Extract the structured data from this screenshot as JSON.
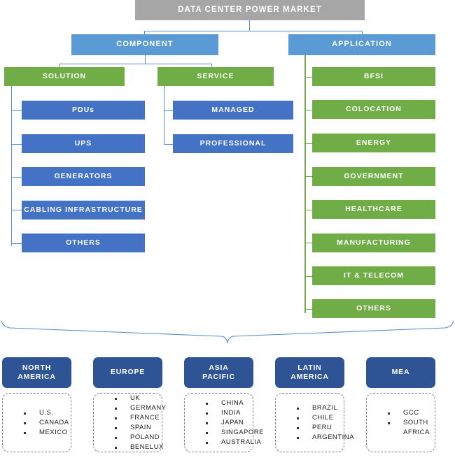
{
  "diagram": {
    "title": "DATA CENTER POWER MARKET",
    "segments": [
      {
        "label": "COMPONENT",
        "subsegments": [
          {
            "label": "SOLUTION",
            "items": [
              "PDUs",
              "UPS",
              "GENERATORS",
              "CABLING INFRASTRUCTURE",
              "OTHERS"
            ]
          },
          {
            "label": "SERVICE",
            "items": [
              "MANAGED",
              "PROFESSIONAL"
            ]
          }
        ]
      },
      {
        "label": "APPLICATION",
        "items": [
          "BFSI",
          "COLOCATION",
          "ENERGY",
          "GOVERNMENT",
          "HEALTHCARE",
          "MANUFACTURING",
          "IT & TELECOM",
          "OTHERS"
        ]
      }
    ],
    "regions": [
      {
        "name": "NORTH AMERICA",
        "name_lines": [
          "NORTH",
          "AMERICA"
        ],
        "countries": [
          "U.S.",
          "CANADA",
          "MEXICO"
        ]
      },
      {
        "name": "EUROPE",
        "name_lines": [
          "EUROPE"
        ],
        "countries": [
          "UK",
          "GERMANY",
          "FRANCE",
          "SPAIN",
          "POLAND",
          "BENELUX"
        ]
      },
      {
        "name": "ASIA PACIFIC",
        "name_lines": [
          "ASIA",
          "PACIFIC"
        ],
        "countries": [
          "CHINA",
          "INDIA",
          "JAPAN",
          "SINGAPORE",
          "AUSTRALIA"
        ]
      },
      {
        "name": "LATIN AMERICA",
        "name_lines": [
          "LATIN",
          "AMERICA"
        ],
        "countries": [
          "BRAZIL",
          "CHILE",
          "PERU",
          "ARGENTINA"
        ]
      },
      {
        "name": "MEA",
        "name_lines": [
          "MEA"
        ],
        "countries": [
          "GCC",
          "SOUTH AFRICA"
        ]
      }
    ],
    "colors": {
      "root": "#a6a6a6",
      "level1": "#5b9bd5",
      "green": "#70ad47",
      "blue": "#4472c4",
      "region_header": "#2e5496",
      "connector": "#5b8fc9",
      "connector_green": "#74ad4a"
    }
  }
}
